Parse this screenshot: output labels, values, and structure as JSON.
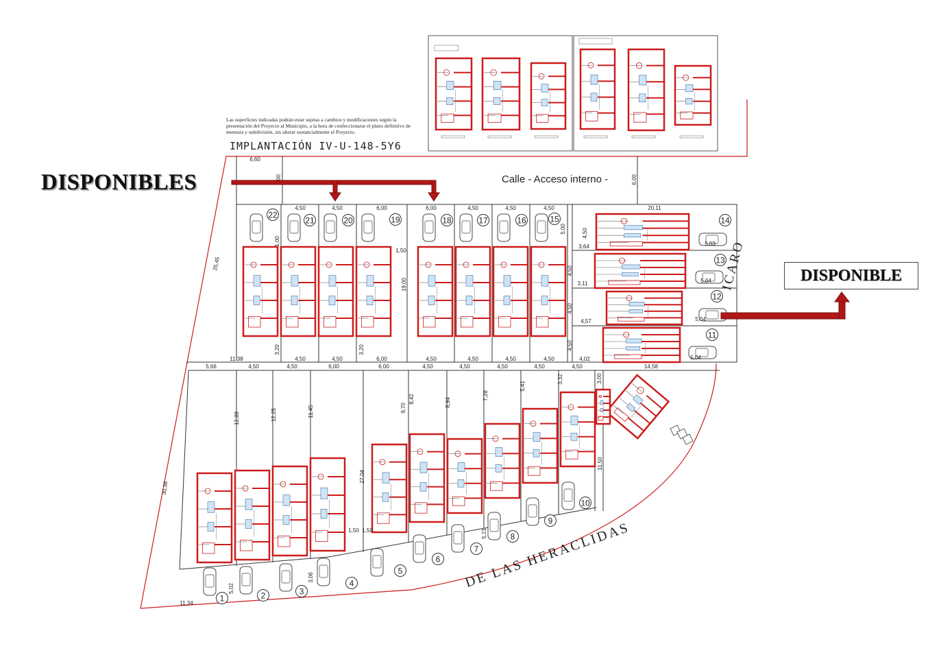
{
  "labels": {
    "disponibles": "DISPONIBLES",
    "disponible": "DISPONIBLE",
    "implantacion": "IMPLANTACIÓN IV-U-148-5Y6",
    "calle": "Calle - Acceso interno -",
    "icaro": "ICARO",
    "heraclidas": "DE LAS HERACLIDAS",
    "note": "Las superficies indicadas podrán estar sujetas a cambios y modificaciones según la presentación del Proyecto al Municipio, a la hora de confeccionarse el plano definitivo de mensura y subdivisión, sin alterar sustancialmente el Proyecto."
  },
  "colors": {
    "red": "#cc1b1b",
    "dark_red": "#8b0000",
    "line": "#333333",
    "arrow": "#b01818"
  },
  "top_lots": {
    "numbers": [
      "22",
      "21",
      "20",
      "19",
      "18",
      "17",
      "16",
      "15"
    ],
    "widths_top": [
      "6,60",
      "4,50",
      "4,50",
      "6,00",
      "6,00",
      "4,50",
      "4,50",
      "4,50"
    ],
    "widths_bottom": [
      "11,38",
      "4,50",
      "4,50",
      "6,00",
      "4,50",
      "4,50",
      "4,50",
      "4,50"
    ]
  },
  "side_lots": {
    "numbers": [
      "14",
      "13",
      "12",
      "11"
    ],
    "depths": [
      "5,03",
      "5,04",
      "5,04",
      "5,04"
    ],
    "fronts": [
      "3,64",
      "3,11",
      "4,57",
      "4,02"
    ],
    "top": "20,11",
    "bottom": "14,58"
  },
  "bottom_lots": {
    "numbers": [
      "1",
      "2",
      "3",
      "4",
      "5",
      "6",
      "7",
      "8",
      "9",
      "10"
    ],
    "widths": [
      "5,66",
      "4,50",
      "4,50",
      "6,00",
      "6,00",
      "4,50",
      "4,50",
      "4,50",
      "4,50",
      "4,50"
    ],
    "depths": [
      "12,89",
      "12,25",
      "11,45",
      "27,04",
      "9,70",
      "8,42",
      "8,94",
      "7,28",
      "5,41",
      "3,32"
    ]
  },
  "dimensions": {
    "left_top": "25,45",
    "left_bottom": "30,38",
    "bottom_left": "11,34",
    "street_width": "6,00",
    "lot_depth": "19,00",
    "d_1_50": "1,50",
    "d_3_20": "3,20",
    "d_5_00": "5,00",
    "d_4_50": "4,50",
    "d_3_00": "3,00",
    "d_5_02": "5,02",
    "d_3_06": "3,06",
    "d_5_21": "5,21",
    "d_11_50": "11,50",
    "d_1_00": "1,00"
  }
}
